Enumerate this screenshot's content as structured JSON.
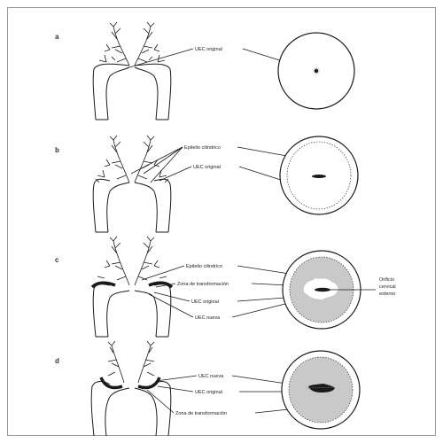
{
  "panels": [
    {
      "letter": "a",
      "labels": [
        "UEC original"
      ]
    },
    {
      "letter": "b",
      "labels": [
        "Epitelio cilindrico",
        "UEC original"
      ]
    },
    {
      "letter": "c",
      "labels": [
        "Epitelio cilindrico",
        "Zona de transformación",
        "UEC original",
        "UEC nueva"
      ],
      "side_label": [
        "Orificio",
        "cervical",
        "externo"
      ]
    },
    {
      "letter": "d",
      "labels": [
        "UEC nueva",
        "UEC original",
        "Zona de transformación"
      ]
    }
  ],
  "colors": {
    "stroke": "#1a1a1a",
    "shade": "#c9c9c9",
    "frame": "#9a9a9a"
  }
}
